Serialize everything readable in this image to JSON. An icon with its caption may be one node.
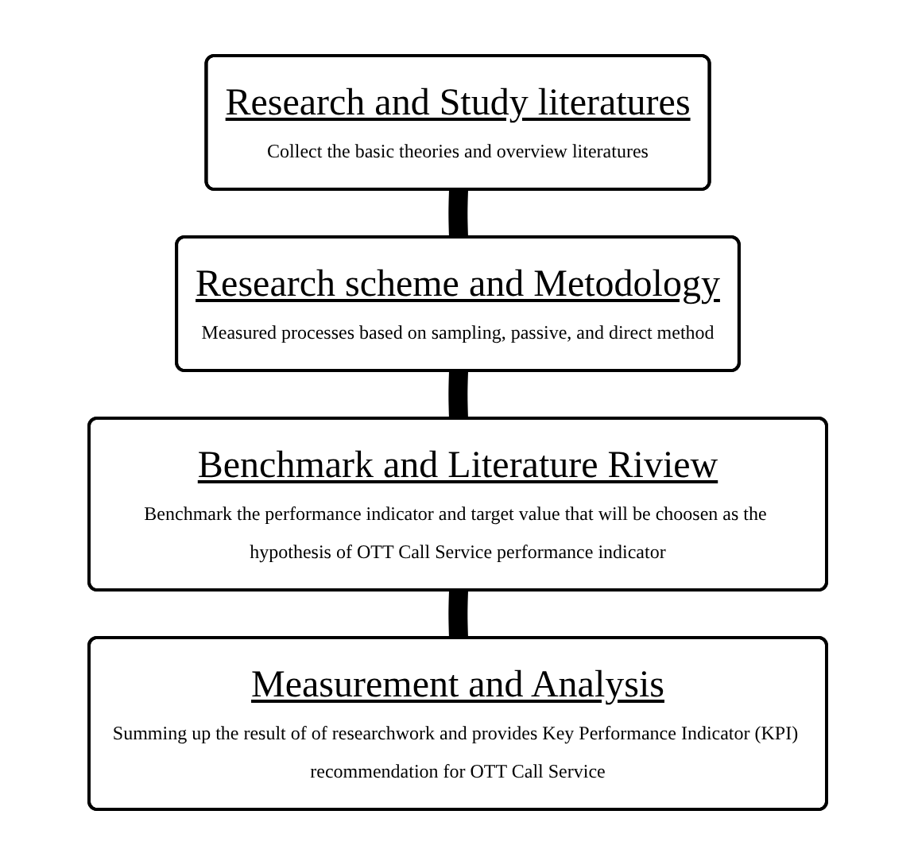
{
  "diagram": {
    "nodes": [
      {
        "text": [
          "Research and Study literatures",
          "Collect the basic theories and overview literatures"
        ]
      },
      {
        "text": [
          "Research scheme and Metodology",
          "Measured processes based on sampling, passive, and direct method"
        ]
      },
      {
        "text": [
          "Benchmark and Literature Riview",
          "Benchmark the performance indicator and target value that will be choosen as the hypothesis of OTT Call Service performance indicator"
        ]
      },
      {
        "text": [
          "Measurement and Analysis",
          "Summing up the result of of researchwork and provides Key Performance Indicator (KPI) recommendation for OTT Call Service"
        ]
      }
    ],
    "edges": [
      {
        "from": 0,
        "to": 1,
        "arrow": "none"
      },
      {
        "from": 1,
        "to": 2,
        "arrow": "none"
      },
      {
        "from": 2,
        "to": 3,
        "arrow": "none"
      }
    ]
  }
}
